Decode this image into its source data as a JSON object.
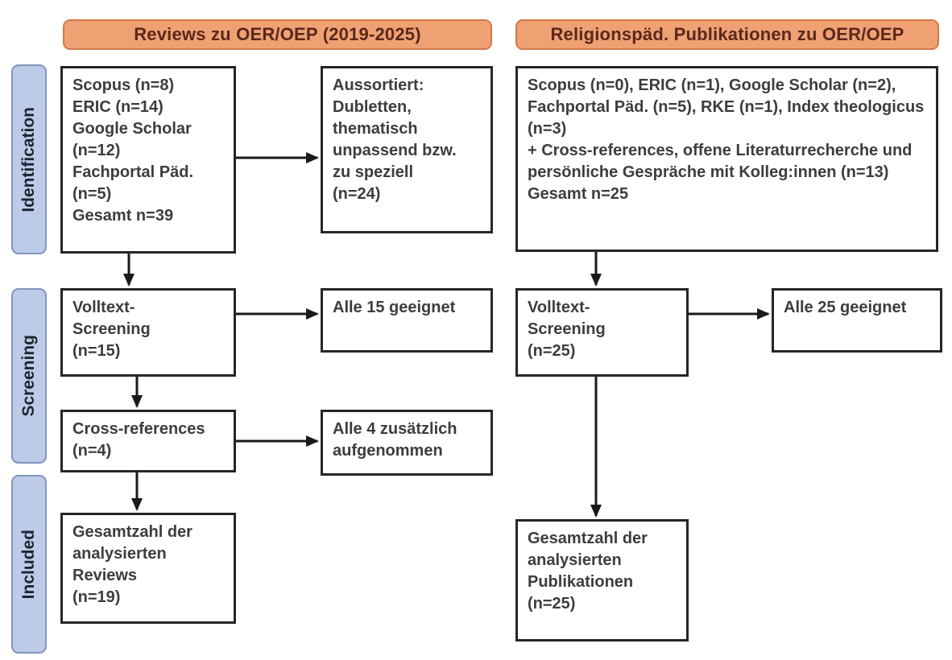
{
  "headers": {
    "left": "Reviews zu OER/OEP (2019-2025)",
    "right": "Religionspäd. Publikationen zu OER/OEP"
  },
  "stages": {
    "identification": "Identification",
    "screening": "Screening",
    "included": "Included"
  },
  "flow": {
    "reviews": {
      "identification": {
        "lines": [
          "Scopus (n=8)",
          "ERIC (n=14)",
          "Google Scholar (n=12)",
          "Fachportal Päd. (n=5)",
          "Gesamt n=39"
        ]
      },
      "sorted_out": {
        "lines": [
          "Aussortiert:",
          "Dubletten,",
          "thematisch",
          "unpassend bzw.",
          "zu speziell",
          "(n=24)"
        ]
      },
      "fulltext": {
        "lines": [
          "Volltext-",
          "Screening",
          "(n=15)"
        ]
      },
      "fulltext_result": {
        "lines": [
          "Alle 15 geeignet"
        ]
      },
      "crossref": {
        "lines": [
          "Cross-references",
          "(n=4)"
        ]
      },
      "crossref_result": {
        "lines": [
          "Alle 4 zusätzlich",
          "aufgenommen"
        ]
      },
      "included": {
        "lines": [
          "Gesamtzahl der",
          "analysierten",
          "Reviews",
          "(n=19)"
        ]
      }
    },
    "religious": {
      "identification": {
        "lines": [
          "Scopus (n=0), ERIC (n=1), Google Scholar (n=2), Fachportal Päd. (n=5), RKE (n=1), Index theologicus (n=3)",
          "+ Cross-references, offene Literaturrecherche und persönliche Gespräche mit Kolleg:innen (n=13)",
          "Gesamt n=25"
        ]
      },
      "fulltext": {
        "lines": [
          "Volltext-",
          "Screening",
          "(n=25)"
        ]
      },
      "fulltext_result": {
        "lines": [
          "Alle 25 geeignet"
        ]
      },
      "included": {
        "lines": [
          "Gesamtzahl der",
          "analysierten",
          "Publikationen",
          "(n=25)"
        ]
      }
    }
  },
  "colors": {
    "header_fill": "#f0a173",
    "header_border": "#d07a4a",
    "header_text": "#5a281c",
    "stage_fill": "#bccce8",
    "stage_border": "#8294ba",
    "stage_text": "#1e2533",
    "box_border": "#262626",
    "box_text": "#3d3d3d",
    "arrow": "#1a1a1a",
    "background": "#ffffff"
  }
}
